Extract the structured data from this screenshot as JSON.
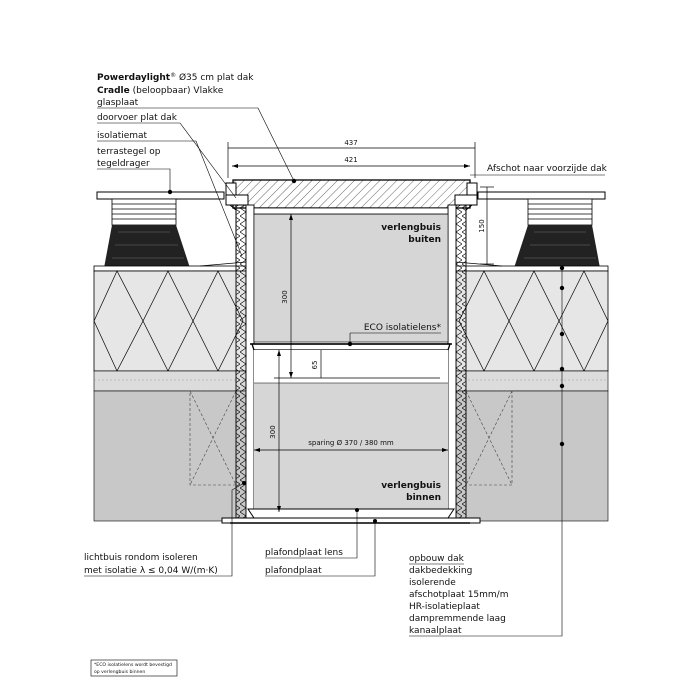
{
  "labels": {
    "product_brand": "Powerdaylight",
    "product_reg": "®",
    "product_rest": " Ø35 cm plat dak",
    "cradle_bold": "Cradle",
    "cradle_rest": " (beloopbaar) Vlakke",
    "glasplaat": "glasplaat",
    "doorvoer": "doorvoer plat dak",
    "isolatiemat": "isolatiemat",
    "terrastegel_1": "terrastegel op",
    "terrastegel_2": "tegeldrager",
    "afschot": "Afschot naar voorzijde dak",
    "verlengbuis_buiten_1": "verlengbuis",
    "verlengbuis_buiten_2": "buiten",
    "eco_lens": "ECO isolatielens*",
    "sparing": "sparing Ø 370 / 380 mm",
    "verlengbuis_binnen_1": "verlengbuis",
    "verlengbuis_binnen_2": "binnen",
    "lichtbuis_1": "lichtbuis rondom isoleren",
    "lichtbuis_2": "met isolatie λ ≤ 0,04 W/(m·K)",
    "plafondplaat_lens": "plafondplaat lens",
    "plafondplaat": "plafondplaat",
    "opbouw": [
      "opbouw dak",
      "dakbedekking",
      "isolerende",
      "afschotplaat 15mm/m",
      "HR-isolatieplaat",
      "dampremmende laag",
      "kanaalplaat"
    ],
    "footnote_1": "*ECO isolatielens wordt bevestigd",
    "footnote_2": "op verlengbuis binnen"
  },
  "dimensions": {
    "d437": "437",
    "d421": "421",
    "d150": "150",
    "d300_upper": "300",
    "d65": "65",
    "d300_lower": "300"
  }
}
